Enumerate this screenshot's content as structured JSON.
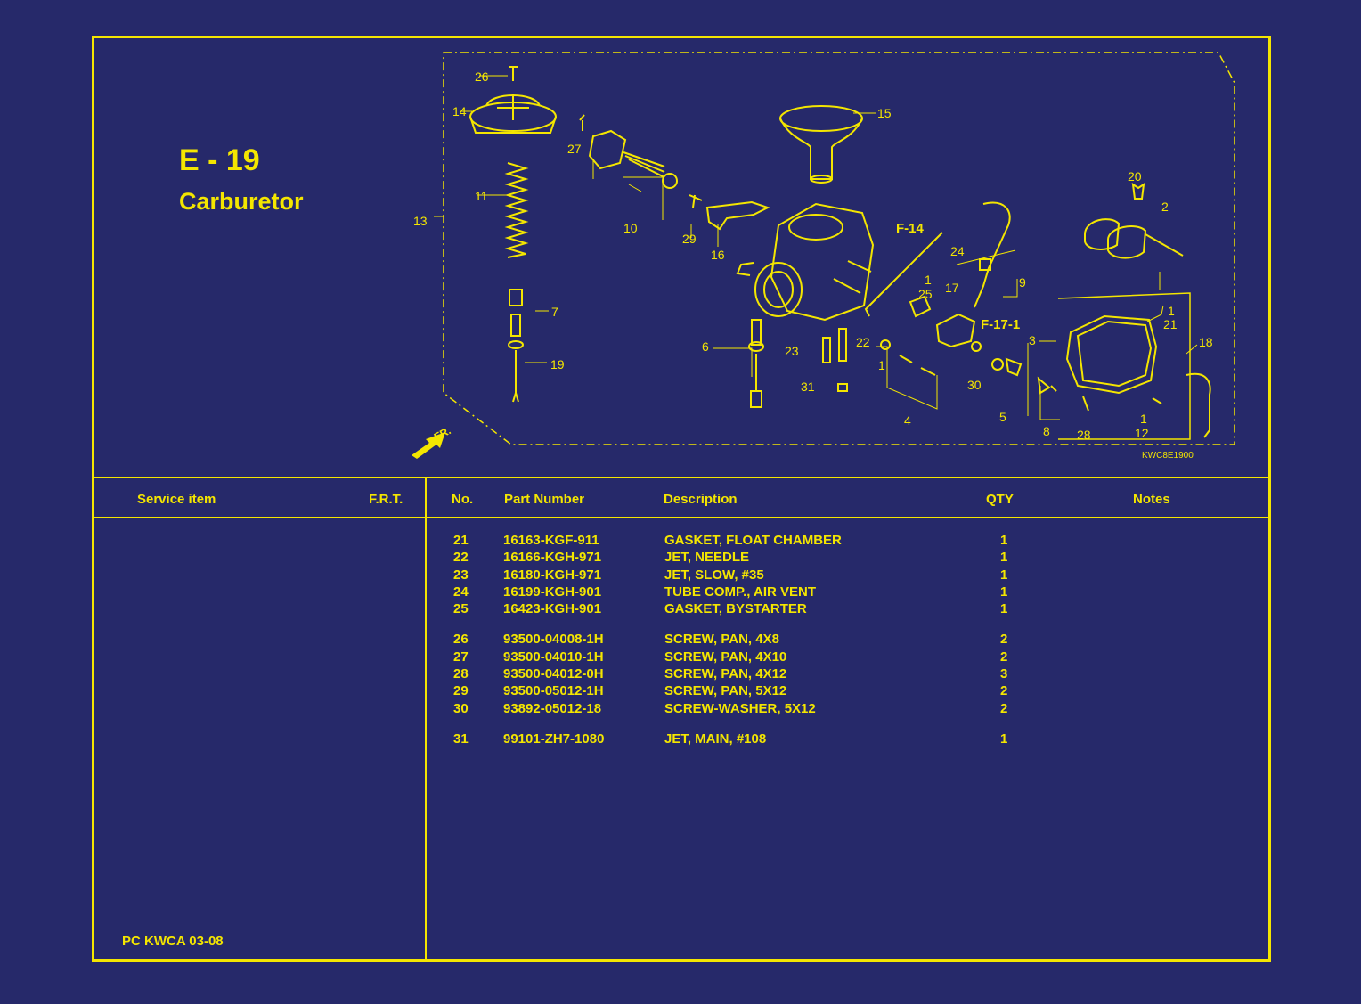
{
  "section": {
    "code": "E - 19",
    "name": "Carburetor"
  },
  "diagram": {
    "figure_code": "KWC8E1900",
    "fr_label": "FR.",
    "callouts": [
      "1",
      "2",
      "3",
      "4",
      "5",
      "6",
      "7",
      "8",
      "9",
      "10",
      "11",
      "12",
      "13",
      "14",
      "15",
      "16",
      "17",
      "18",
      "19",
      "20",
      "21",
      "22",
      "23",
      "24",
      "25",
      "26",
      "27",
      "28",
      "29",
      "30",
      "31",
      "F-14",
      "F-17-1"
    ]
  },
  "table": {
    "headers": {
      "service_item": "Service item",
      "frt": "F.R.T.",
      "no": "No.",
      "part_number": "Part Number",
      "description": "Description",
      "qty": "QTY",
      "notes": "Notes"
    },
    "rows": [
      {
        "no": "21",
        "part_number": "16163-KGF-911",
        "description": "GASKET, FLOAT CHAMBER",
        "qty": "1"
      },
      {
        "no": "22",
        "part_number": "16166-KGH-971",
        "description": "JET, NEEDLE",
        "qty": "1"
      },
      {
        "no": "23",
        "part_number": "16180-KGH-971",
        "description": "JET, SLOW, #35",
        "qty": "1"
      },
      {
        "no": "24",
        "part_number": "16199-KGH-901",
        "description": "TUBE COMP., AIR VENT",
        "qty": "1"
      },
      {
        "no": "25",
        "part_number": "16423-KGH-901",
        "description": "GASKET, BYSTARTER",
        "qty": "1"
      },
      {
        "no": "26",
        "part_number": "93500-04008-1H",
        "description": "SCREW, PAN, 4X8",
        "qty": "2"
      },
      {
        "no": "27",
        "part_number": "93500-04010-1H",
        "description": "SCREW, PAN, 4X10",
        "qty": "2"
      },
      {
        "no": "28",
        "part_number": "93500-04012-0H",
        "description": "SCREW, PAN, 4X12",
        "qty": "3"
      },
      {
        "no": "29",
        "part_number": "93500-05012-1H",
        "description": "SCREW, PAN, 5X12",
        "qty": "2"
      },
      {
        "no": "30",
        "part_number": "93892-05012-18",
        "description": "SCREW-WASHER, 5X12",
        "qty": "2"
      },
      {
        "no": "31",
        "part_number": "99101-ZH7-1080",
        "description": "JET, MAIN, #108",
        "qty": "1"
      }
    ]
  },
  "footer": {
    "doc_code": "PC KWCA 03-08"
  },
  "colors": {
    "background": "#26296a",
    "ink": "#f4e600"
  }
}
